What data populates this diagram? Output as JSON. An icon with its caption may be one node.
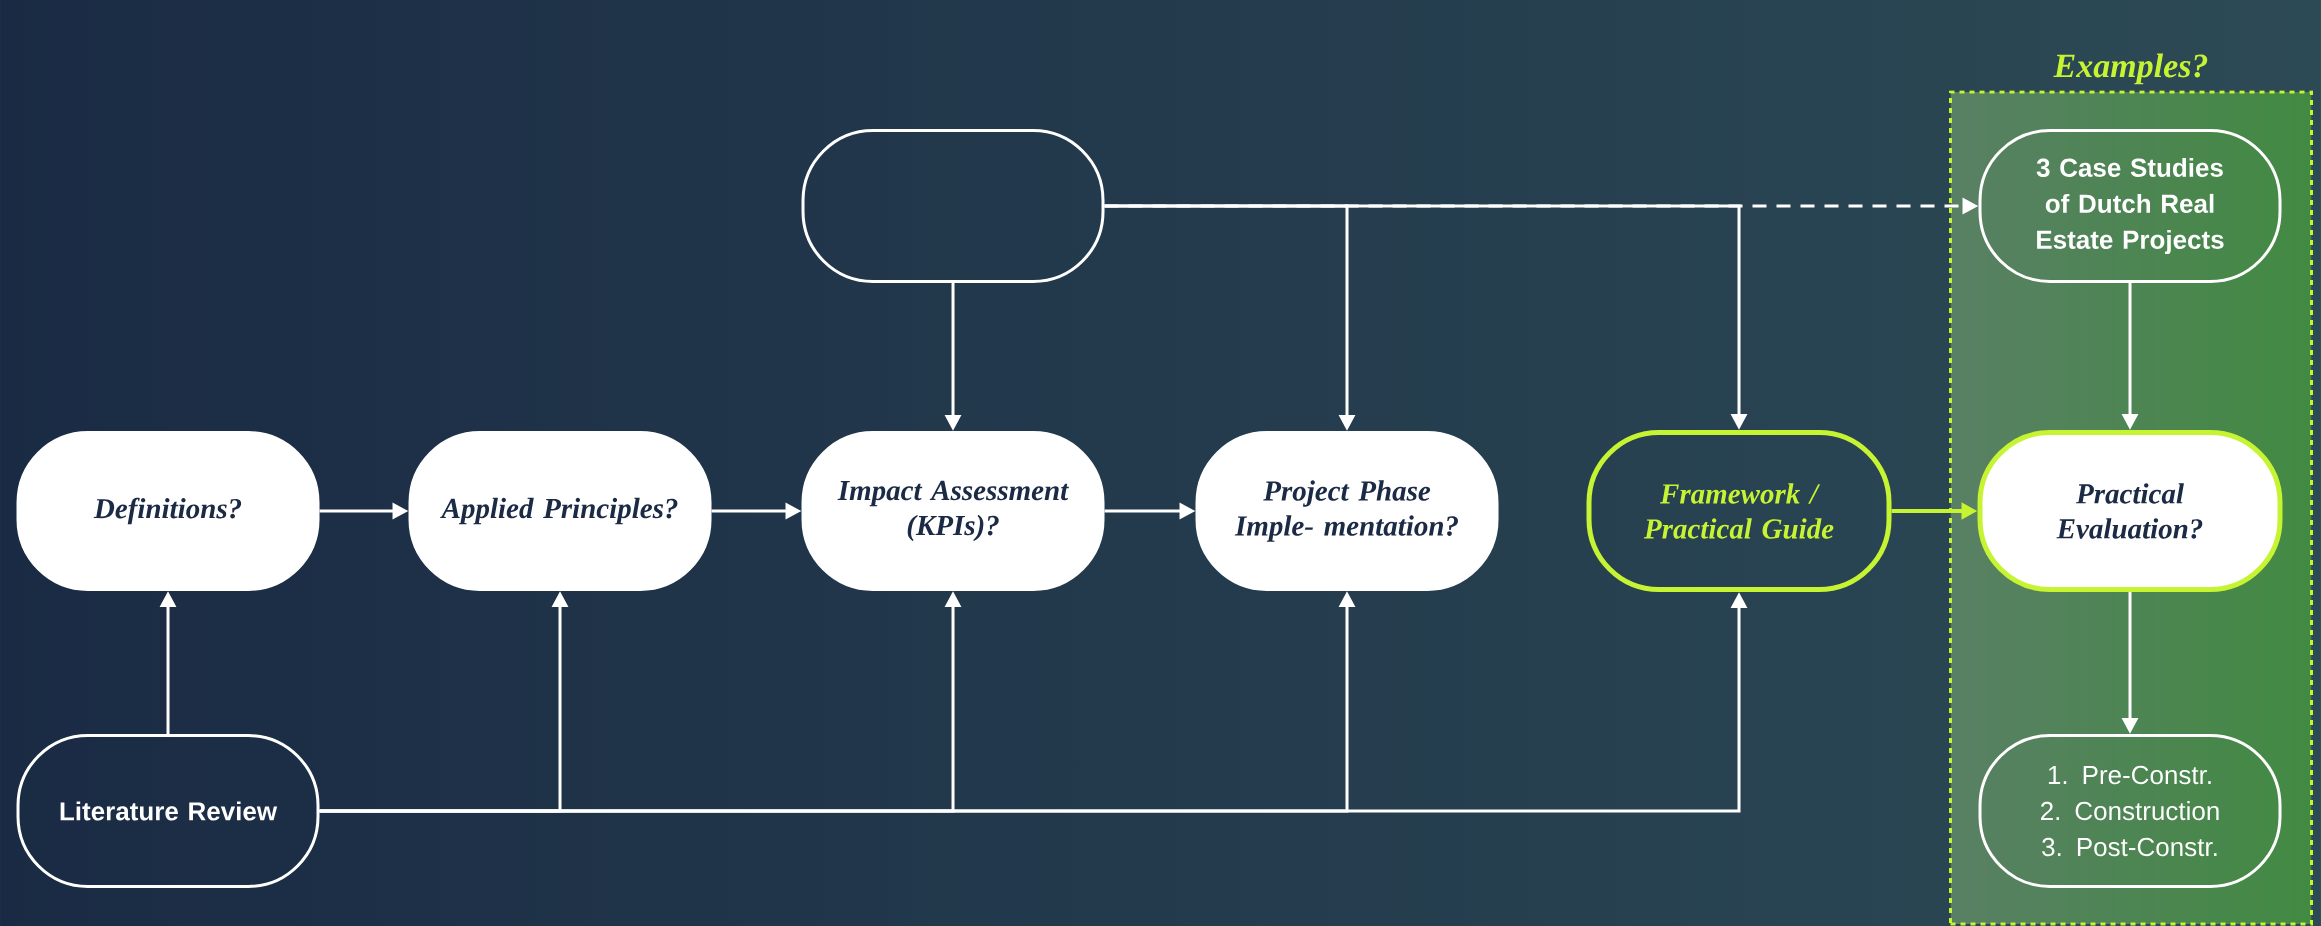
{
  "diagram": {
    "nodes": [
      {
        "text": [],
        "shape": "box"
      },
      {
        "text": [
          "Examples?"
        ]
      },
      {
        "text": [
          "3 Case Studies of Dutch Real Estate Projects"
        ],
        "in": 1
      },
      {
        "text": [
          "Definitions?"
        ]
      },
      {
        "text": [
          "Applied Principles?"
        ]
      },
      {
        "text": [
          "Impact Assessment (KPIs)?"
        ]
      },
      {
        "text": [
          "Project Phase Imple- mentation?"
        ]
      },
      {
        "text": [
          "Framework / Practical Guide"
        ]
      },
      {
        "text": [
          "Practical Evaluation?"
        ],
        "in": 1
      },
      {
        "text": [
          "Literature Review"
        ]
      },
      {
        "text": [
          "1. Pre-Constr. 2. Construction 3. Post-Constr."
        ],
        "in": 1
      }
    ],
    "edges": [
      {
        "from": 3,
        "to": 4,
        "arrow": "to"
      },
      {
        "from": 4,
        "to": 5,
        "arrow": "to"
      },
      {
        "from": 5,
        "to": 6,
        "arrow": "to"
      },
      {
        "from": 0,
        "to": 5,
        "arrow": "to"
      },
      {
        "from": 0,
        "to": 6,
        "arrow": "to"
      },
      {
        "from": 0,
        "to": 7,
        "arrow": "to"
      },
      {
        "from": 0,
        "to": 2,
        "arrow": "to",
        "style": "dashed"
      },
      {
        "from": 9,
        "to": 3,
        "arrow": "to"
      },
      {
        "from": 9,
        "to": 4,
        "arrow": "to"
      },
      {
        "from": 9,
        "to": 5,
        "arrow": "to"
      },
      {
        "from": 9,
        "to": 6,
        "arrow": "to"
      },
      {
        "from": 9,
        "to": 7,
        "arrow": "to"
      },
      {
        "from": 7,
        "to": 8,
        "arrow": "to",
        "color": "#c6f432"
      },
      {
        "from": 2,
        "to": 8,
        "arrow": "to"
      },
      {
        "from": 8,
        "to": 10,
        "arrow": "to"
      }
    ]
  }
}
